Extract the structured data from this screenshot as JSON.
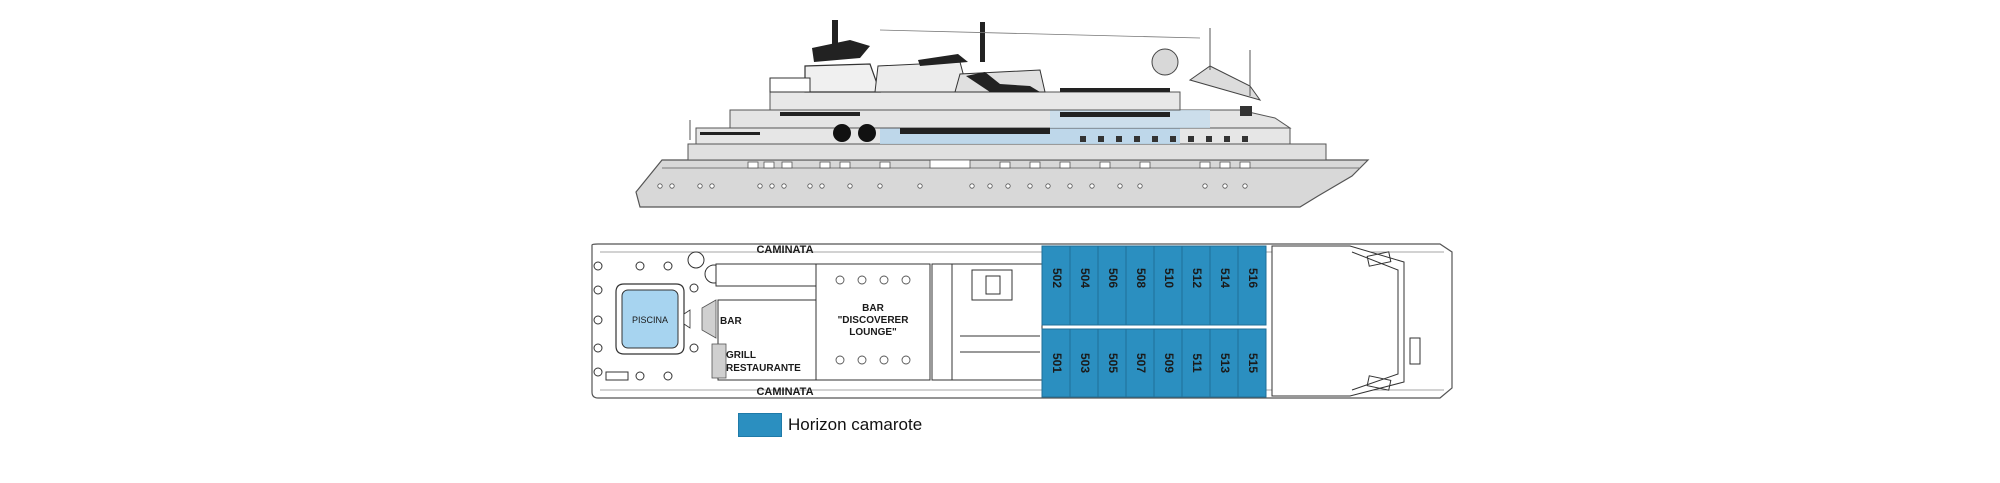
{
  "colors": {
    "cabin_fill": "#2b8fc0",
    "cabin_stroke": "#1f6f98",
    "pool_fill": "#a7d4f0",
    "ship_hull": "#d6d6d6",
    "ship_accent": "#b9d5ea"
  },
  "labels": {
    "caminata_top": "CAMINATA",
    "caminata_bottom": "CAMINATA",
    "piscina": "PISCINA",
    "bar": "BAR",
    "grill_1": "GRILL",
    "grill_2": "RESTAURANTE",
    "lounge_1": "BAR",
    "lounge_2": "\"DISCOVERER",
    "lounge_3": "LOUNGE\""
  },
  "cabins_top": [
    "502",
    "504",
    "506",
    "508",
    "510",
    "512",
    "514",
    "516"
  ],
  "cabins_bottom": [
    "501",
    "503",
    "505",
    "507",
    "509",
    "511",
    "513",
    "515"
  ],
  "legend": {
    "label": "Horizon camarote",
    "color": "#2b8fc0"
  }
}
